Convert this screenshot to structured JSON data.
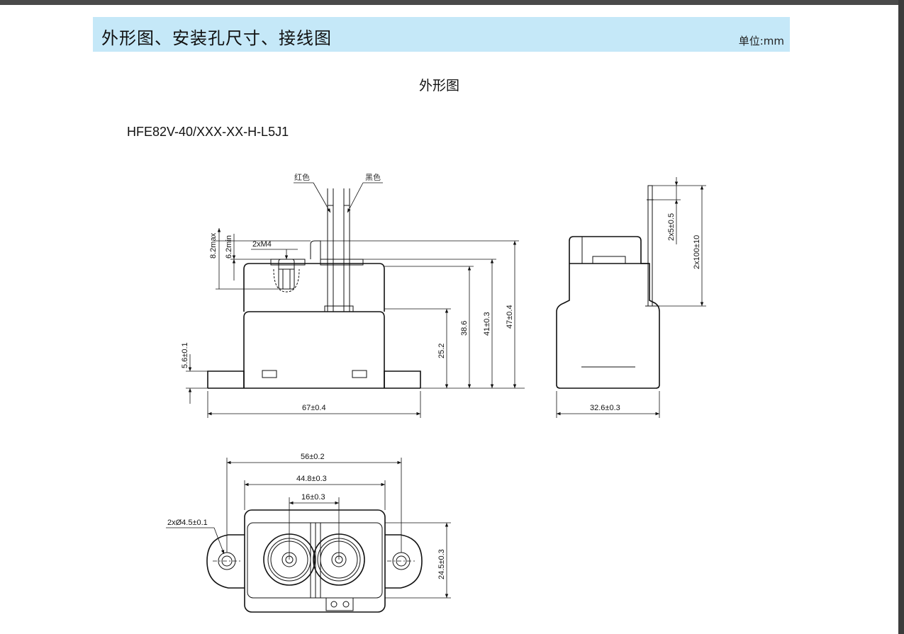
{
  "header": {
    "title": "外形图、安装孔尺寸、接线图",
    "unit": "单位:mm"
  },
  "section": {
    "title": "外形图"
  },
  "model": "HFE82V-40/XXX-XX-H-L5J1",
  "labels": {
    "wire_red": "红色",
    "wire_black": "黑色"
  },
  "front_dims": {
    "max_82": "8.2max",
    "min_62": "6.2min",
    "m4": "2xM4",
    "d56": "5.6±0.1",
    "d252": "25.2",
    "d386": "38.6",
    "d41": "41±0.3",
    "d47": "47±0.4",
    "w67": "67±0.4"
  },
  "side_dims": {
    "d25": "2x5±0.5",
    "d100": "2x100±10",
    "w326": "32.6±0.3"
  },
  "top_dims": {
    "w56": "56±0.2",
    "w448": "44.8±0.3",
    "w16": "16±0.3",
    "hole": "2xØ4.5±0.1",
    "h245": "24.5±0.3"
  }
}
